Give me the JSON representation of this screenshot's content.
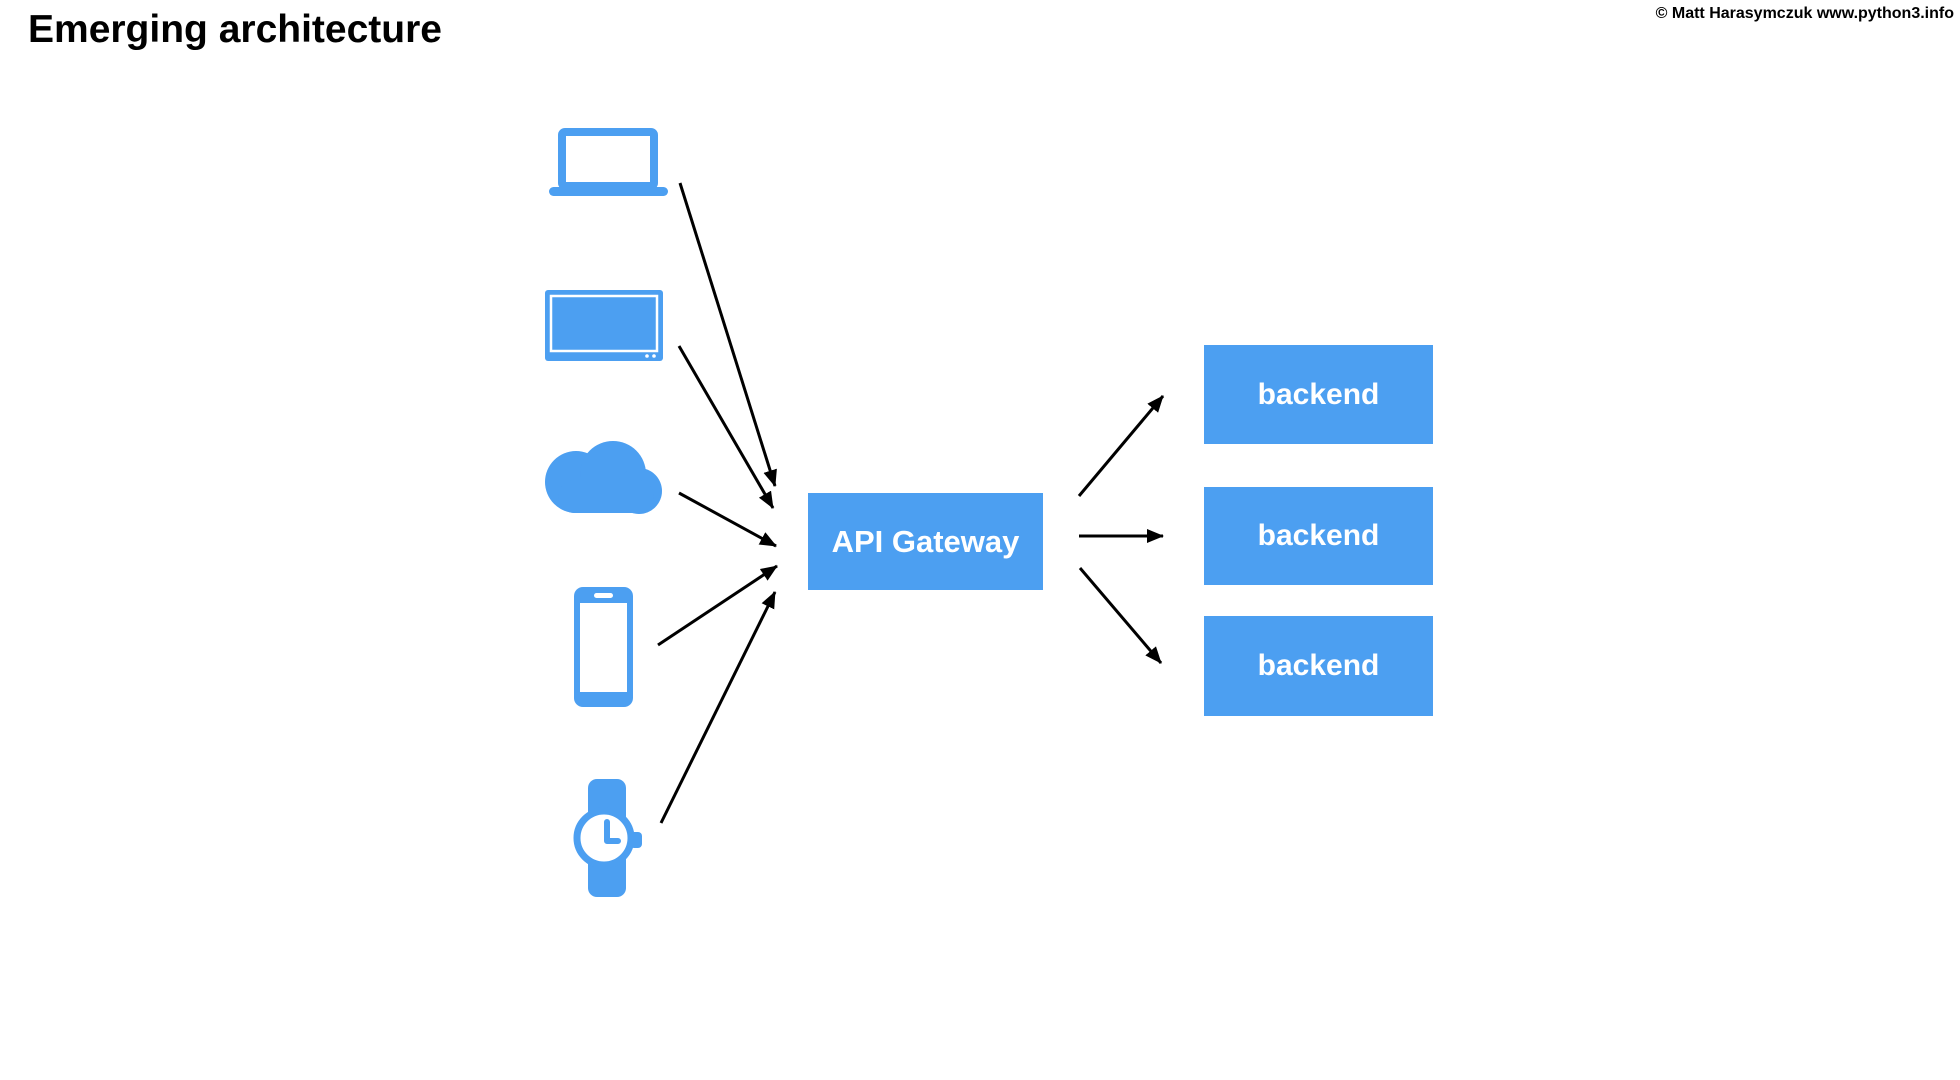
{
  "title": "Emerging architecture",
  "copyright": "© Matt Harasymczuk www.python3.info",
  "colors": {
    "accent": "#4C9FF1",
    "arrow": "#000000",
    "box_text": "#FFFFFF",
    "background": "#FFFFFF",
    "title_text": "#000000"
  },
  "gateway": {
    "label": "API Gateway"
  },
  "backends": [
    {
      "label": "backend"
    },
    {
      "label": "backend"
    },
    {
      "label": "backend"
    }
  ],
  "clients": [
    {
      "name": "laptop",
      "icon": "laptop-icon"
    },
    {
      "name": "tv",
      "icon": "tv-icon"
    },
    {
      "name": "cloud",
      "icon": "cloud-icon"
    },
    {
      "name": "smartphone",
      "icon": "smartphone-icon"
    },
    {
      "name": "smartwatch",
      "icon": "smartwatch-icon"
    }
  ]
}
